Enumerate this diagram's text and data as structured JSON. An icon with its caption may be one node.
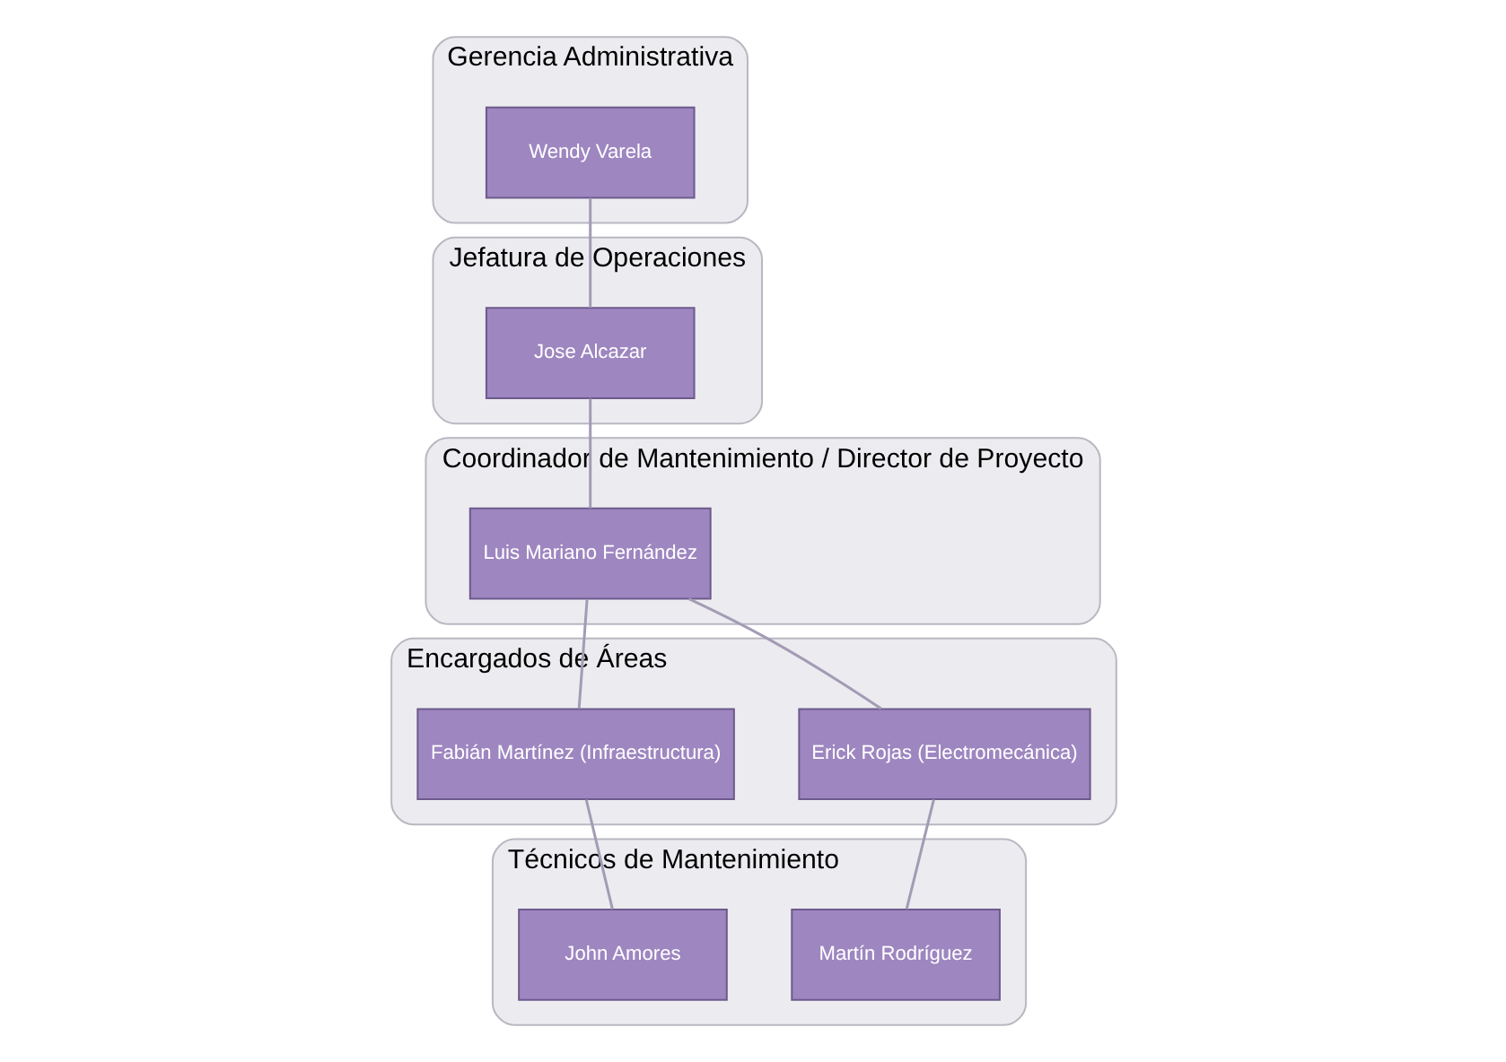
{
  "diagram": {
    "nodes": [
      {
        "text": [
          "Gerencia Administrativa"
        ]
      },
      {
        "text": [
          "Wendy Varela"
        ],
        "in": 0
      },
      {
        "text": [
          "Jefatura de Operaciones"
        ]
      },
      {
        "text": [
          "Jose Alcazar"
        ],
        "in": 2
      },
      {
        "text": [
          "Coordinador de Mantenimiento / Director de Proyecto"
        ]
      },
      {
        "text": [
          "Luis Mariano Fernández"
        ],
        "in": 4
      },
      {
        "text": [
          "Encargados de Áreas"
        ]
      },
      {
        "text": [
          "Erick Rojas (Electromecánica)"
        ],
        "in": 6
      },
      {
        "text": [
          "Fabián Martínez (Infraestructura)"
        ],
        "in": 6
      },
      {
        "text": [
          "Técnicos de Mantenimiento"
        ]
      },
      {
        "text": [
          "Martín Rodríguez"
        ],
        "in": 9
      },
      {
        "text": [
          "John Amores"
        ],
        "in": 9
      }
    ],
    "edges": [
      {
        "from": 1,
        "to": 3,
        "arrow": "none"
      },
      {
        "from": 3,
        "to": 5,
        "arrow": "none"
      },
      {
        "from": 5,
        "to": 7,
        "arrow": "none"
      },
      {
        "from": 5,
        "to": 8,
        "arrow": "none"
      },
      {
        "from": 7,
        "to": 10,
        "arrow": "none"
      },
      {
        "from": 8,
        "to": 11,
        "arrow": "none"
      }
    ]
  }
}
